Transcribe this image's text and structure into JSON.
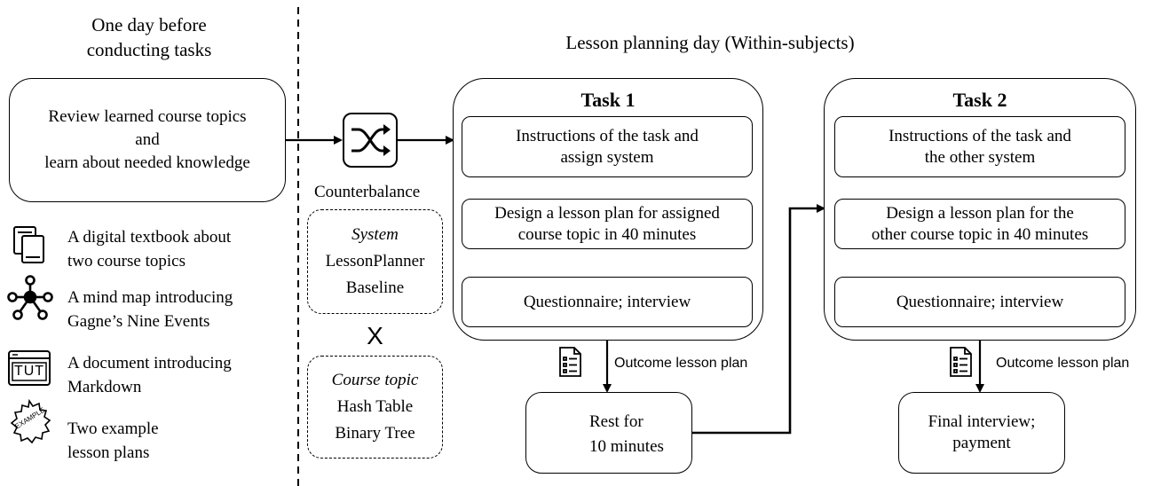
{
  "left_panel": {
    "heading_line1": "One day before",
    "heading_line2": "conducting tasks",
    "review_box": [
      "Review learned course topics",
      "and",
      "learn about needed knowledge"
    ],
    "materials": [
      {
        "icon": "textbook-icon",
        "line1": "A digital textbook about",
        "line2": "two course topics"
      },
      {
        "icon": "mind-map-icon",
        "line1": "A mind map introducing",
        "line2": "Gagne’s Nine Events"
      },
      {
        "icon": "tutorial-icon",
        "icon_text": "TUT",
        "line1": "A document introducing",
        "line2": "Markdown"
      },
      {
        "icon": "example-stamp-icon",
        "icon_text": "EXAMPLE",
        "line1": "Two example",
        "line2": "lesson plans"
      }
    ]
  },
  "counterbalance": {
    "label": "Counterbalance",
    "system_title": "System",
    "systems": [
      "LessonPlanner",
      "Baseline"
    ],
    "cross": "X",
    "topic_title": "Course topic",
    "topics": [
      "Hash Table",
      "Binary Tree"
    ]
  },
  "right_panel": {
    "heading": "Lesson planning day (Within-subjects)",
    "task1": {
      "title": "Task 1",
      "step1": [
        "Instructions of the task and",
        "assign system"
      ],
      "step2": [
        "Design a lesson plan for assigned",
        "course topic in 40 minutes"
      ],
      "step3": "Questionnaire; interview",
      "outcome": "Outcome lesson plan"
    },
    "rest": [
      "Rest for",
      "10 minutes"
    ],
    "task2": {
      "title": "Task 2",
      "step1": [
        "Instructions of the task and",
        "the other system"
      ],
      "step2": [
        "Design a lesson plan for the",
        "other course topic in 40 minutes"
      ],
      "step3": "Questionnaire; interview",
      "outcome": "Outcome lesson plan"
    },
    "final": [
      "Final interview;",
      "payment"
    ]
  }
}
